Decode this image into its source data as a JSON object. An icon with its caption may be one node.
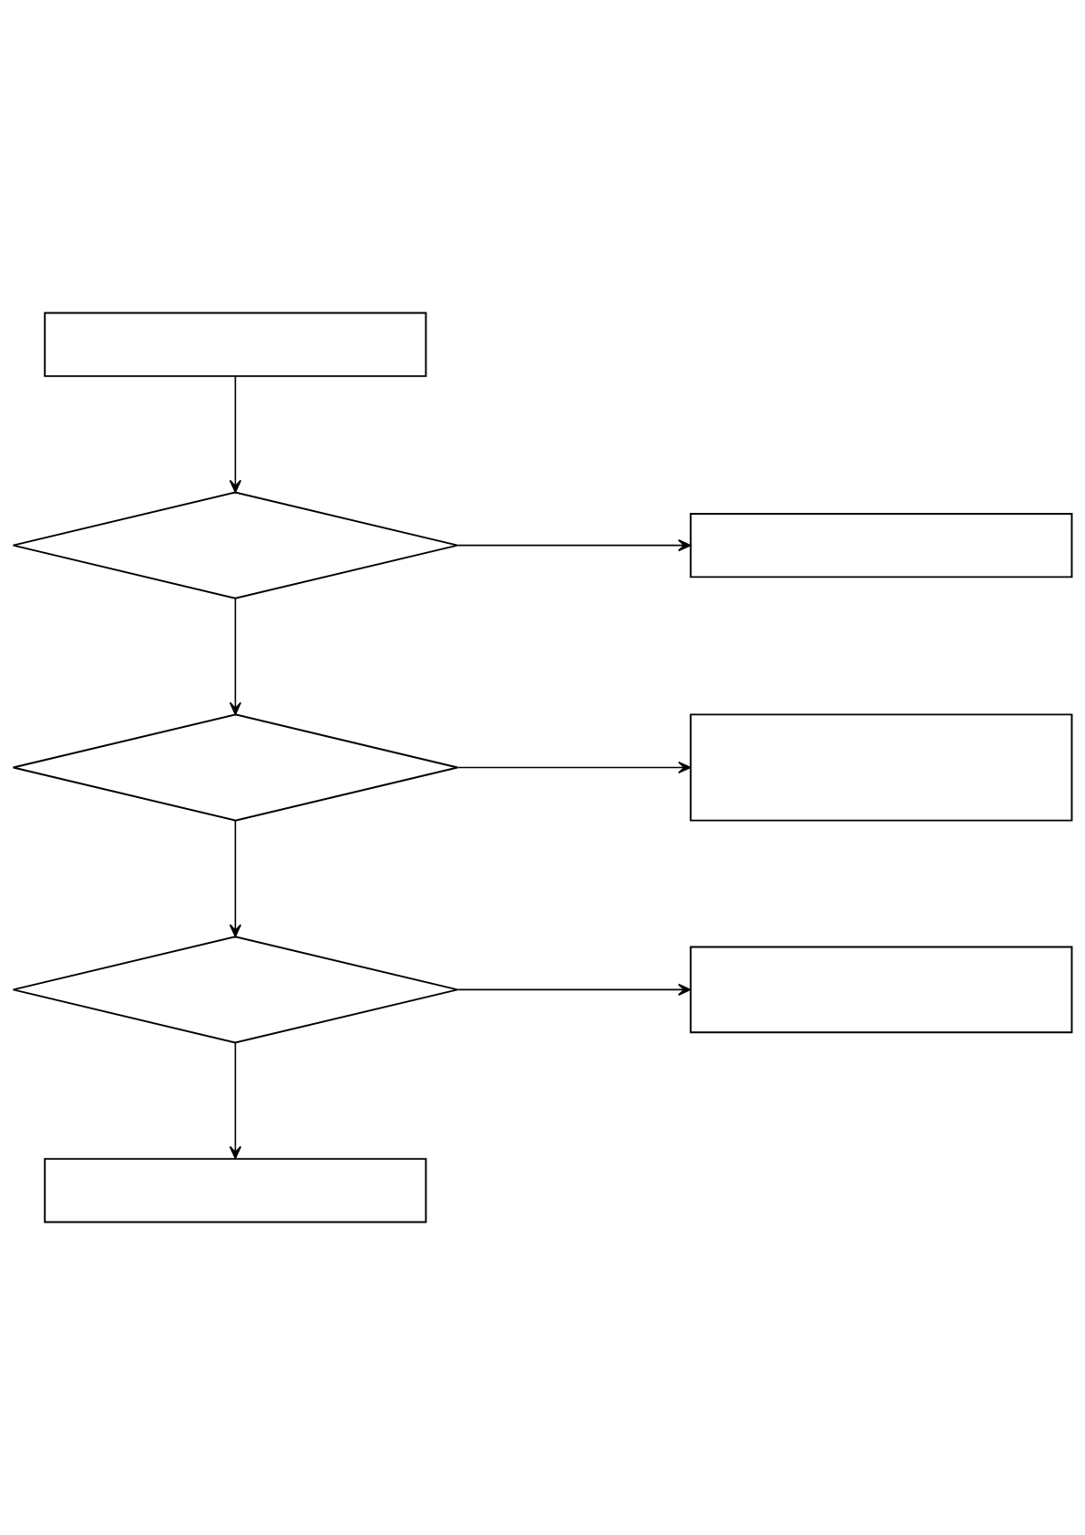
{
  "diagram": {
    "nodes": [
      {
        "text": [],
        "shape": "box"
      },
      {
        "text": [],
        "shape": "diamond"
      },
      {
        "text": [],
        "shape": "box"
      },
      {
        "text": [],
        "shape": "diamond"
      },
      {
        "text": [],
        "shape": "box"
      },
      {
        "text": [],
        "shape": "diamond"
      },
      {
        "text": [],
        "shape": "box"
      },
      {
        "text": [],
        "shape": "box"
      }
    ],
    "edges": [
      {
        "from": 0,
        "to": 1,
        "arrow": "to"
      },
      {
        "from": 1,
        "to": 2,
        "arrow": "to"
      },
      {
        "from": 1,
        "to": 3,
        "arrow": "to"
      },
      {
        "from": 3,
        "to": 4,
        "arrow": "to"
      },
      {
        "from": 3,
        "to": 5,
        "arrow": "to"
      },
      {
        "from": 5,
        "to": 6,
        "arrow": "to"
      },
      {
        "from": 5,
        "to": 7,
        "arrow": "to"
      }
    ]
  }
}
